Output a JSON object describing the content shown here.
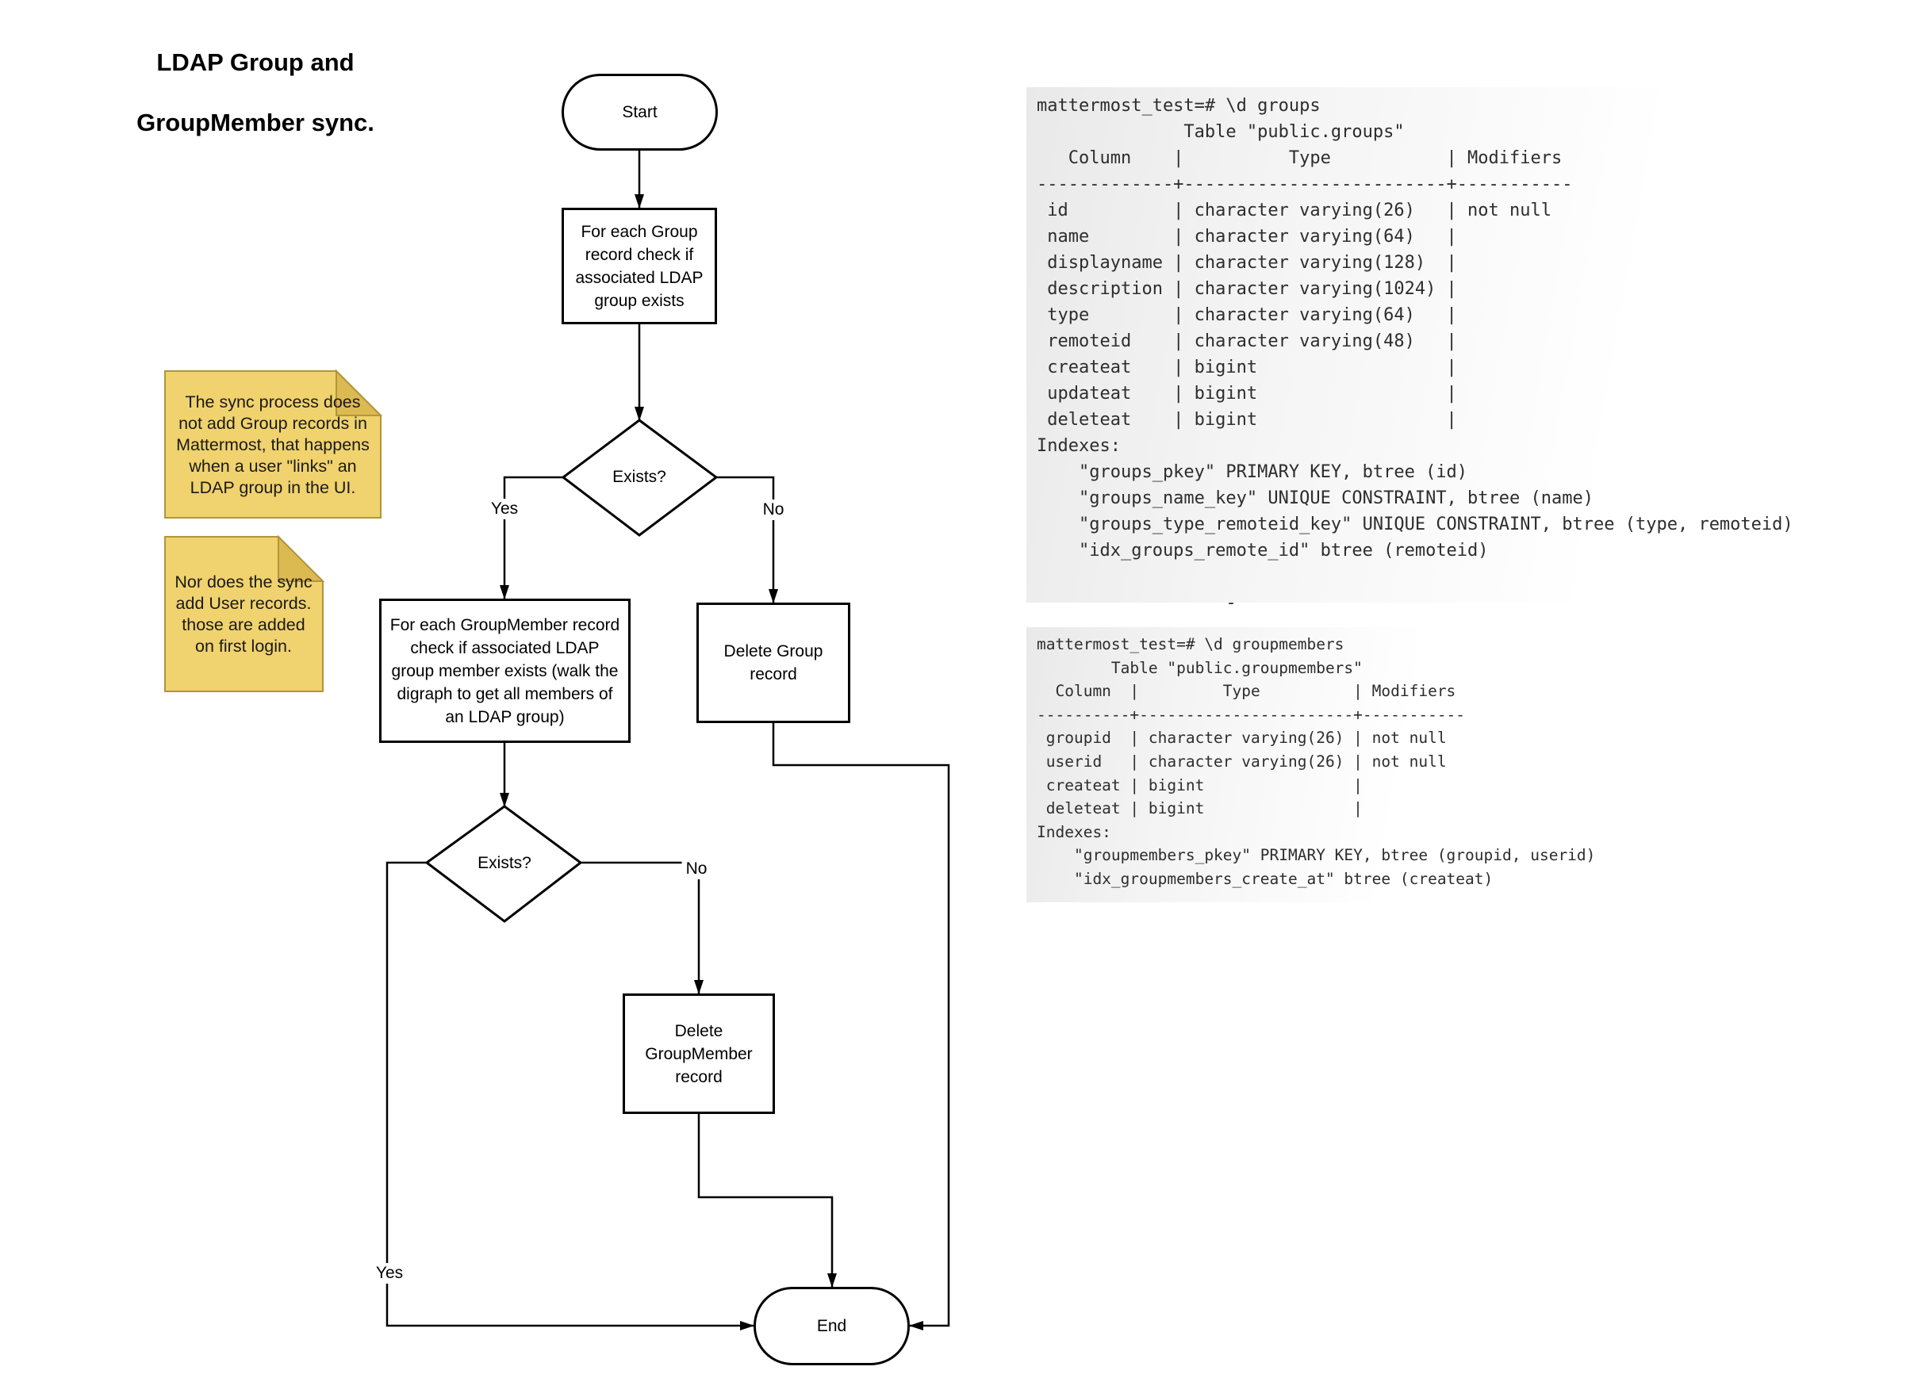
{
  "title": {
    "line1": "LDAP Group and",
    "line2": "GroupMember sync."
  },
  "flowchart": {
    "start_label": "Start",
    "end_label": "End",
    "step_check_group": "For each Group\nrecord check if\nassociated LDAP\ngroup exists",
    "decision1_label": "Exists?",
    "decision2_label": "Exists?",
    "step_check_groupmember": "For each GroupMember record\ncheck if associated LDAP\ngroup member exists (walk the\ndigraph to get all members of\nan LDAP group)",
    "step_delete_group": "Delete Group\nrecord",
    "step_delete_groupmember": "Delete\nGroupMember\nrecord",
    "labels": {
      "d1_yes": "Yes",
      "d1_no": "No",
      "d2_yes": "Yes",
      "d2_no": "No"
    }
  },
  "notes": [
    {
      "text": "The sync process does\nnot add Group records in\nMattermost, that happens\nwhen a user \"links\" an\nLDAP group in the UI."
    },
    {
      "text": "Nor does the sync\nadd User records.\nthose are added\non first login."
    }
  ],
  "terminals": [
    {
      "text": "mattermost_test=# \\d groups\n              Table \"public.groups\"\n   Column    |          Type           | Modifiers\n-------------+-------------------------+-----------\n id          | character varying(26)   | not null\n name        | character varying(64)   |\n displayname | character varying(128)  |\n description | character varying(1024) |\n type        | character varying(64)   |\n remoteid    | character varying(48)   |\n createat    | bigint                  |\n updateat    | bigint                  |\n deleteat    | bigint                  |\nIndexes:\n    \"groups_pkey\" PRIMARY KEY, btree (id)\n    \"groups_name_key\" UNIQUE CONSTRAINT, btree (name)\n    \"groups_type_remoteid_key\" UNIQUE CONSTRAINT, btree (type, remoteid)\n    \"idx_groups_remote_id\" btree (remoteid)\n\n                  -"
    },
    {
      "text": "mattermost_test=# \\d groupmembers\n        Table \"public.groupmembers\"\n  Column  |         Type          | Modifiers\n----------+-----------------------+-----------\n groupid  | character varying(26) | not null\n userid   | character varying(26) | not null\n createat | bigint                |\n deleteat | bigint                |\nIndexes:\n    \"groupmembers_pkey\" PRIMARY KEY, btree (groupid, userid)\n    \"idx_groupmembers_create_at\" btree (createat)"
    }
  ],
  "colors": {
    "stroke": "#000000",
    "note_fill": "#f0d26e",
    "note_fold": "#dcba52",
    "note_border": "#b2953b",
    "terminal_text": "#2d2d2d"
  }
}
